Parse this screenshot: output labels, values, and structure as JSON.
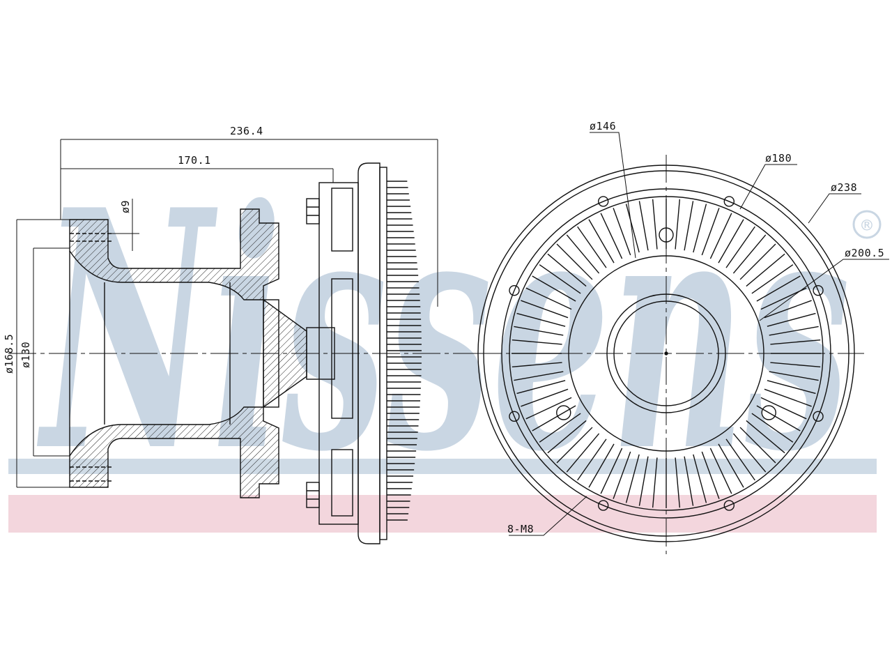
{
  "watermark": {
    "brand": "Nissens",
    "registered": "®",
    "colors": {
      "brand_blue": "#c9d6e3",
      "band_pink": "#f3d6dd",
      "band_blue": "#cfdbe6"
    }
  },
  "side_view": {
    "dimensions": {
      "overall_length": "236.4",
      "flange_length": "170.1",
      "hole": "ø9",
      "outer_dia": "ø168.5",
      "inner_dia": "ø130"
    }
  },
  "front_view": {
    "dimensions": {
      "d146": "ø146",
      "d180": "ø180",
      "d238": "ø238",
      "d200": "ø200.5",
      "threads": "8-M8"
    }
  }
}
